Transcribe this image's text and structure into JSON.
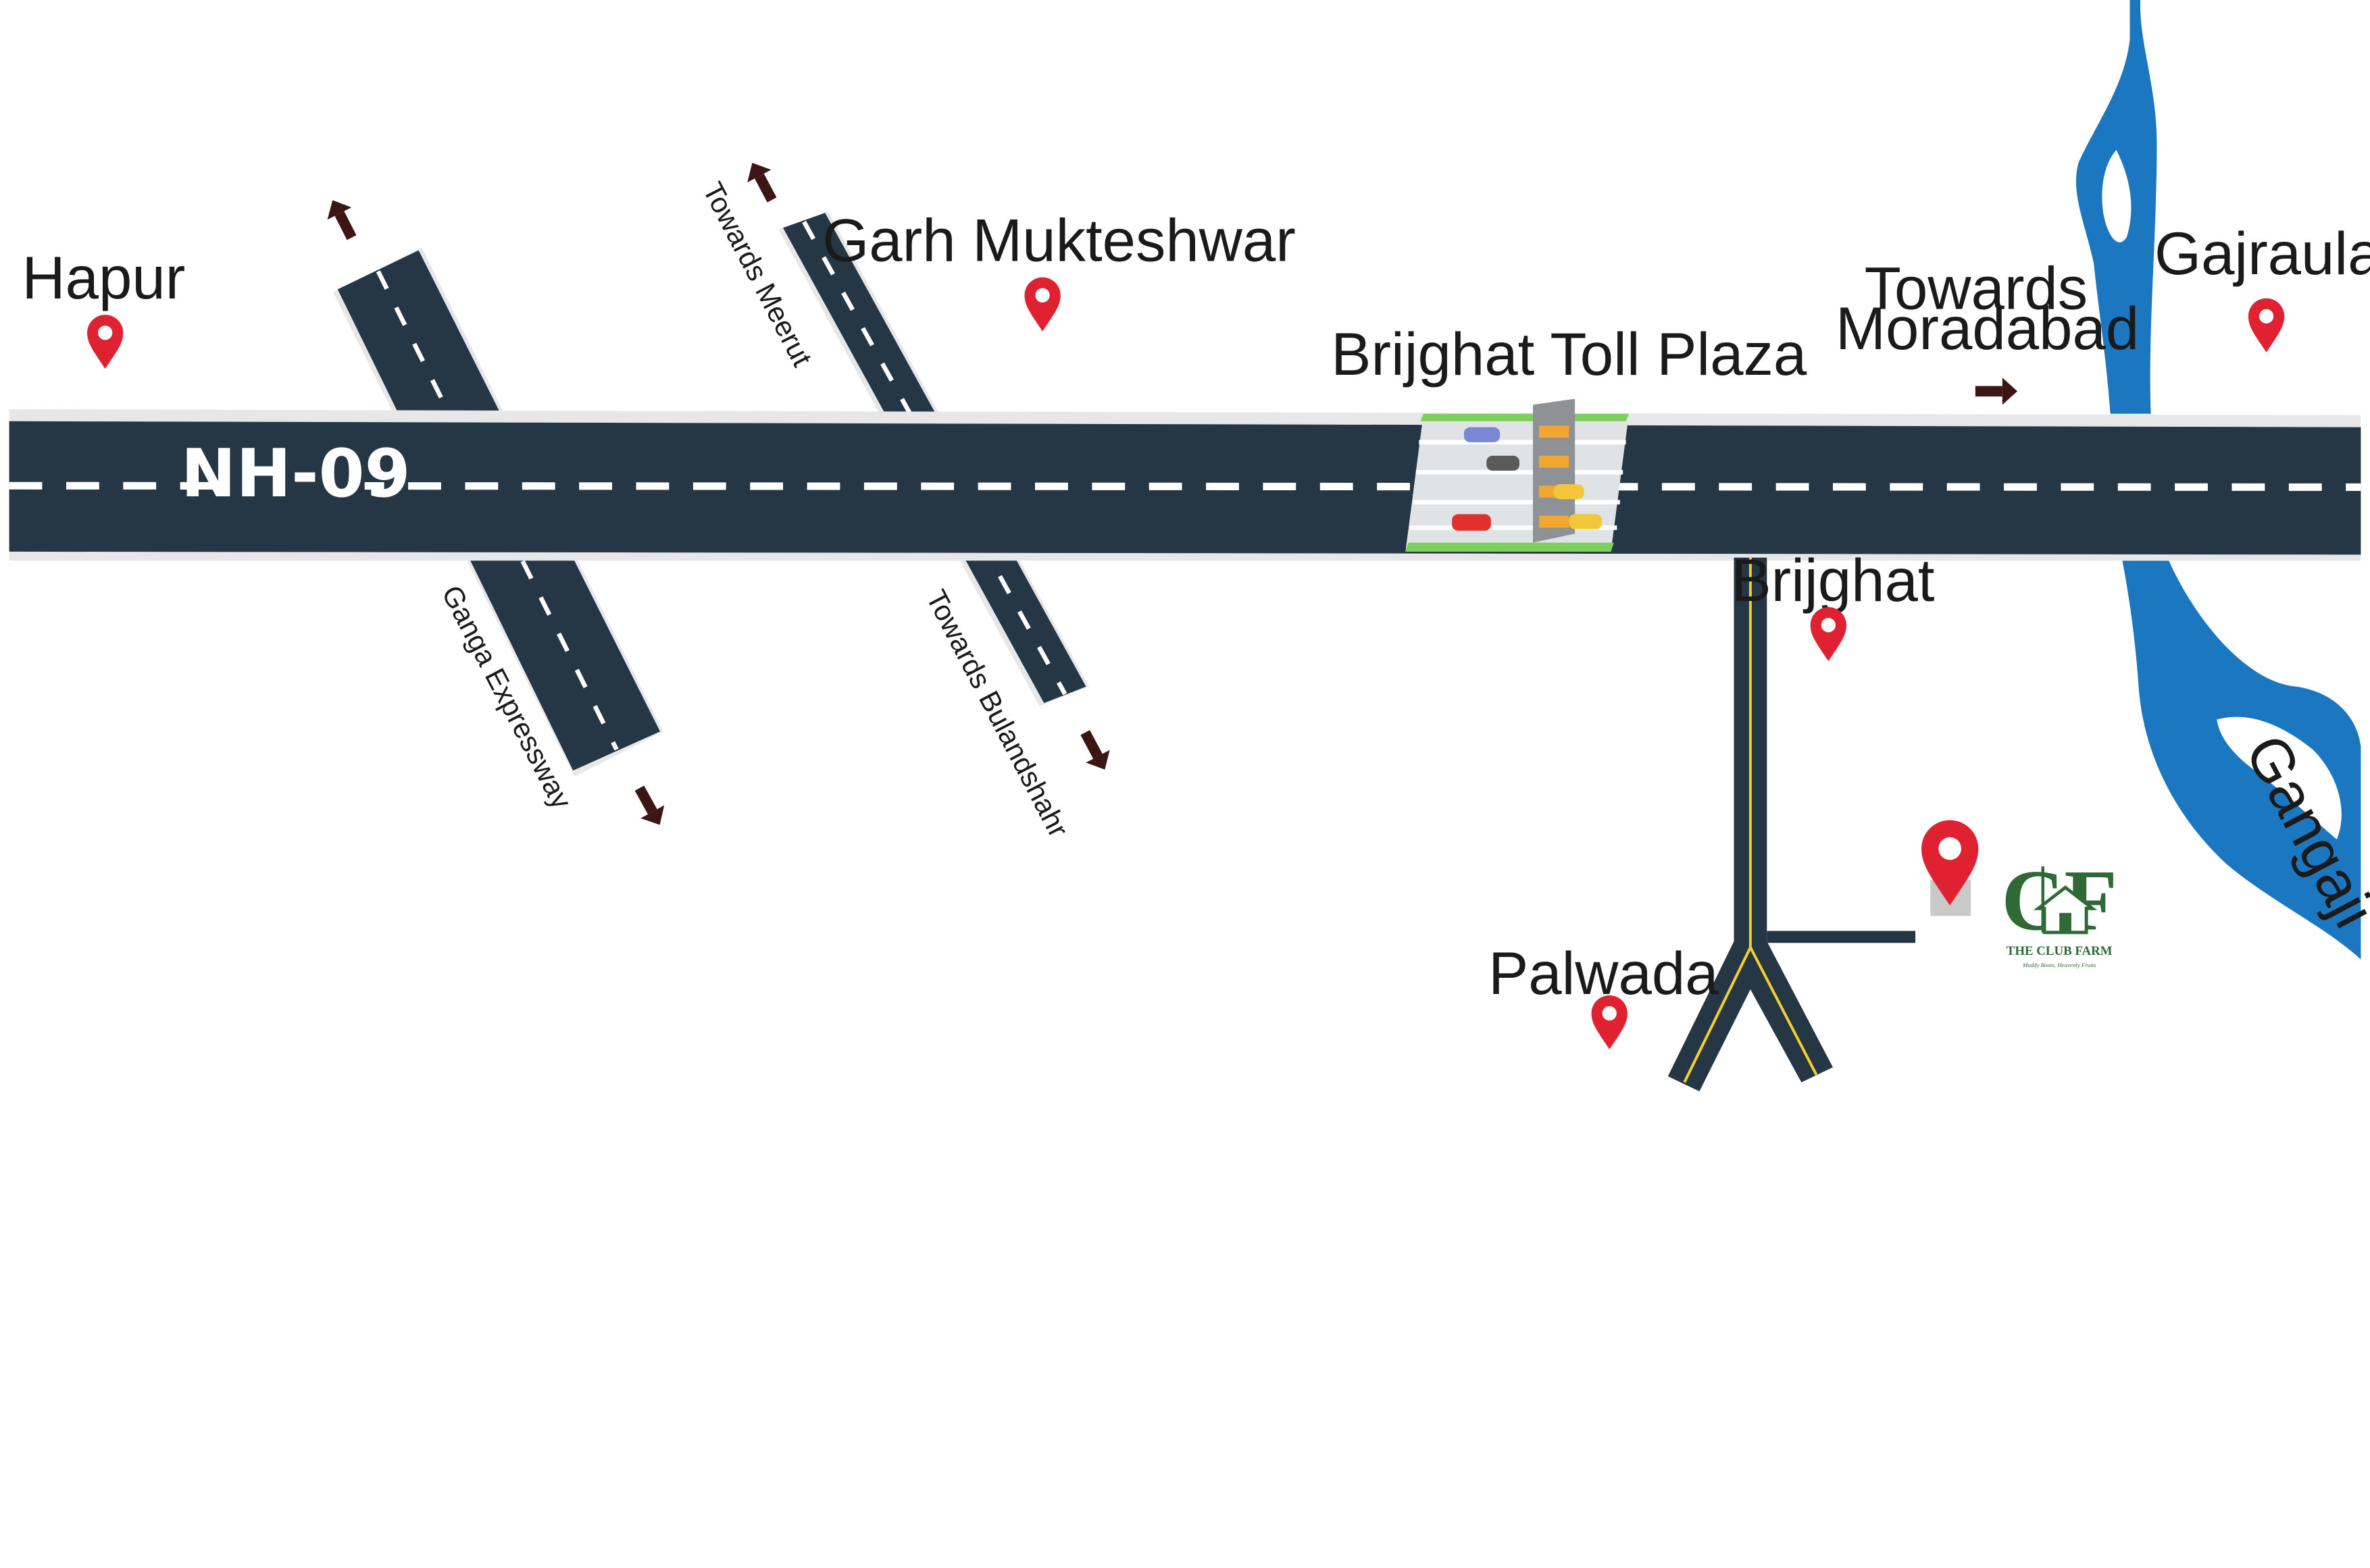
{
  "highway": {
    "label": "NH-09"
  },
  "places": {
    "hapur": "Hapur",
    "garh": "Garh Mukteshwar",
    "toll_plaza": "Brijghat Toll Plaza",
    "moradabad_1": "Towards",
    "moradabad_2": "Moradabad",
    "gajraula": "Gajraula",
    "brijghat": "Brijghat",
    "palwada": "Palwada"
  },
  "roads": {
    "meerut": "Towards Meerut",
    "ganga": "Ganga Expressway",
    "bulandshahr": "Towards Bulandshahr"
  },
  "river": {
    "label": "Gangaji"
  },
  "destination": {
    "logo_mark": "CF",
    "brand": "THE CLUB FARM",
    "tagline": "Muddy Boots, Heavenly Fruits"
  },
  "icons": [
    "location-pin-icon",
    "direction-arrow-icon",
    "toll-plaza-icon",
    "club-farm-logo-icon"
  ],
  "colors": {
    "road": "#253645",
    "road_edge": "#e6e7e8",
    "pin": "#e02131",
    "arrow": "#3d1512",
    "river": "#1a77c0",
    "brand": "#2f6a36",
    "lane_line_yellow": "#f2d12e"
  }
}
